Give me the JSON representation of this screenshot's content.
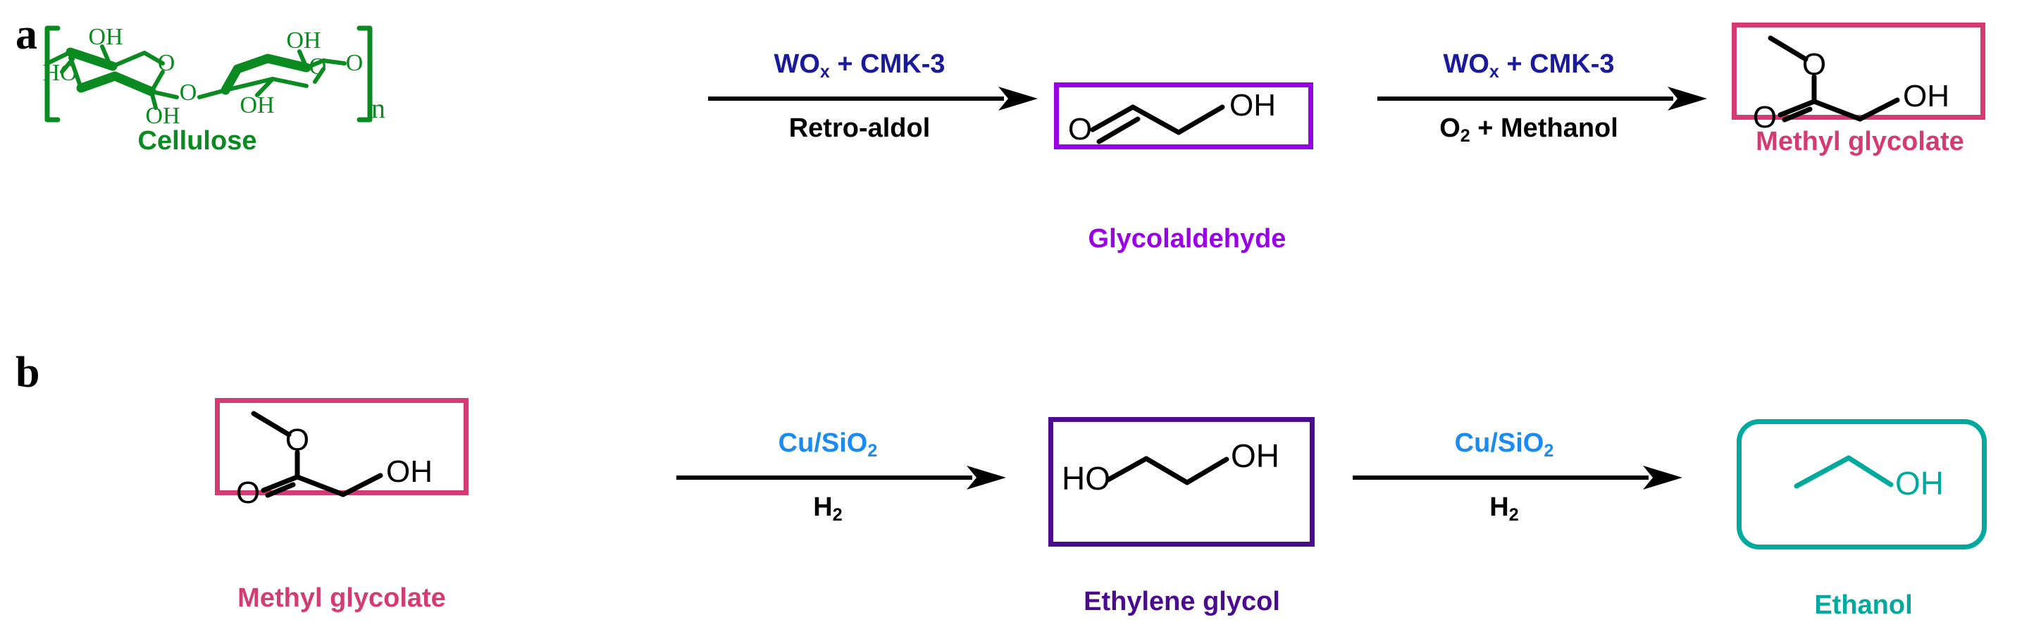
{
  "figure": {
    "panels": [
      {
        "letter": "a",
        "steps": [
          {
            "reactant_label": "Cellulose",
            "reactant_color": "#0a8a20",
            "arrow": {
              "top": "WOx + CMK-3",
              "top_formula": "WO",
              "top_sub": "x",
              "top_rest": " + CMK-3",
              "bottom": "Retro-aldol",
              "top_color": "#1a1a9c",
              "bottom_color": "#000000"
            }
          },
          {
            "reactant_label": "Glycolaldehyde",
            "reactant_color": "#9900e6",
            "arrow": {
              "top_formula": "WO",
              "top_sub": "x",
              "top_rest": " + CMK-3",
              "bottom_pre": "O",
              "bottom_sub": "2",
              "bottom_rest": " + Methanol",
              "top_color": "#1a1a9c",
              "bottom_color": "#000000"
            }
          },
          {
            "reactant_label": "Methyl glycolate",
            "reactant_color": "#d43b72"
          }
        ]
      },
      {
        "letter": "b",
        "steps": [
          {
            "reactant_label": "Methyl glycolate",
            "reactant_color": "#d43b72",
            "arrow": {
              "top_formula": "Cu/SiO",
              "top_sub": "2",
              "top_rest": "",
              "bottom_pre": "H",
              "bottom_sub": "2",
              "bottom_rest": "",
              "top_color": "#1b8bf0",
              "bottom_color": "#000000"
            }
          },
          {
            "reactant_label": "Ethylene glycol",
            "reactant_color": "#4b0b8f",
            "arrow": {
              "top_formula": "Cu/SiO",
              "top_sub": "2",
              "top_rest": "",
              "bottom_pre": "H",
              "bottom_sub": "2",
              "bottom_rest": "",
              "top_color": "#1b8bf0",
              "bottom_color": "#000000"
            }
          },
          {
            "reactant_label": "Ethanol",
            "reactant_color": "#00a99d"
          }
        ]
      }
    ],
    "panel_a_letter": "a",
    "panel_b_letter": "b",
    "labels": {
      "cellulose": "Cellulose",
      "cellulose_n": "n",
      "glycolaldehyde": "Glycolaldehyde",
      "methyl_glycolate_a": "Methyl glycolate",
      "methyl_glycolate_b": "Methyl glycolate",
      "ethylene_glycol": "Ethylene glycol",
      "ethanol": "Ethanol"
    },
    "atoms": {
      "OH": "OH",
      "HO": "HO",
      "O": "O"
    },
    "arrow_a1": {
      "top_main": "WO",
      "top_sub": "x",
      "top_tail": " + CMK-3",
      "bottom_main": "Retro-aldol",
      "bottom_sub": "",
      "bottom_tail": ""
    },
    "arrow_a2": {
      "top_main": "WO",
      "top_sub": "x",
      "top_tail": " + CMK-3",
      "bottom_main": "O",
      "bottom_sub": "2",
      "bottom_tail": " + Methanol"
    },
    "arrow_b1": {
      "top_main": "Cu/SiO",
      "top_sub": "2",
      "top_tail": "",
      "bottom_main": "H",
      "bottom_sub": "2",
      "bottom_tail": ""
    },
    "arrow_b2": {
      "top_main": "Cu/SiO",
      "top_sub": "2",
      "top_tail": "",
      "bottom_main": "H",
      "bottom_sub": "2",
      "bottom_tail": ""
    },
    "colors": {
      "cellulose_green": "#0a8a20",
      "glycolaldehyde_purple": "#9900e6",
      "methyl_glycolate_pink": "#d43b72",
      "ethylene_glycol_violet": "#4b0b8f",
      "ethanol_teal": "#00a99d",
      "reagent_darkblue": "#1a1a9c",
      "reagent_brightblue": "#1b8bf0",
      "bond_black": "#000000",
      "background": "#ffffff"
    }
  }
}
